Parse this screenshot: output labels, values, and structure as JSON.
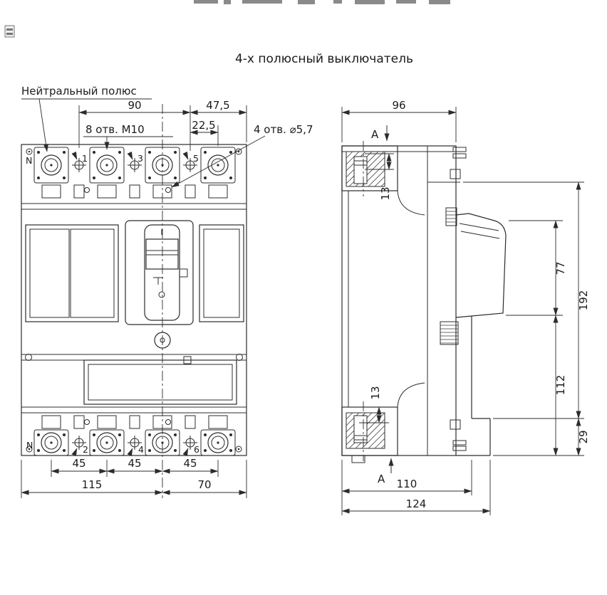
{
  "colors": {
    "line": "#2c2c2c",
    "text": "#1b1b1b",
    "background": "#ffffff"
  },
  "page": {
    "title": "4-х полюсный выключатель"
  },
  "callouts": {
    "neutral_pole": "Нейтральный полюс",
    "holes_m10": "8 отв. М10",
    "holes_d57": "4 отв. ⌀5,7"
  },
  "front": {
    "poles_top": {
      "n": "N",
      "p1": "1",
      "p3": "3",
      "p5": "5"
    },
    "poles_bottom": {
      "n": "N",
      "p2": "2",
      "p4": "4",
      "p6": "6"
    },
    "dims": {
      "w90": "90",
      "w47_5": "47,5",
      "w22_5": "22,5",
      "p45a": "45",
      "p45b": "45",
      "p45c": "45",
      "w115": "115",
      "w70": "70"
    }
  },
  "side": {
    "sections": {
      "top": "A",
      "bottom": "A"
    },
    "dims": {
      "d96": "96",
      "h13_top": "13",
      "h13_bot": "13",
      "h77": "77",
      "h192": "192",
      "h112": "112",
      "h29": "29",
      "d110": "110",
      "d124": "124"
    }
  }
}
